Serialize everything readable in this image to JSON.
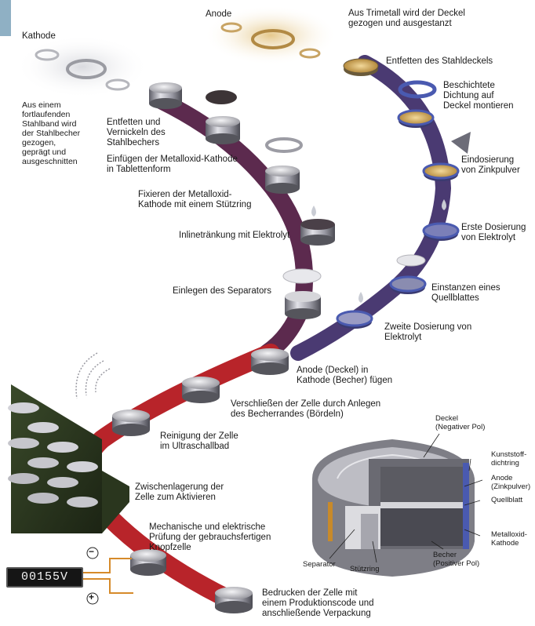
{
  "labels": {
    "kathode": "Kathode",
    "anode": "Anode",
    "stahlband": "Aus einem\nfortlaufenden\nStahlband wird\nder Stahlbecher\ngezogen,\ngeprägt und\nausgeschnitten",
    "trimetall": "Aus Trimetall wird der Deckel\ngezogen und ausgestanzt",
    "entfetten_stahldeckel": "Entfetten des Stahldeckels",
    "dichtung": "Beschichtete\nDichtung auf\nDeckel montieren",
    "zinkpulver": "Eindosierung\nvon Zinkpulver",
    "erste_dosierung": "Erste Dosierung\nvon Elektrolyt",
    "quellblatt": "Einstanzen eines\nQuellblattes",
    "zweite_dosierung": "Zweite Dosierung von\nElektrolyt",
    "entfetten_becher": "Entfetten und\nVernickeln des\nStahlbechers",
    "einfuegen_kathode": "Einfügen der Metalloxid-Kathode\nin Tablettenform",
    "fixieren": "Fixieren der Metalloxid-\nKathode mit einem Stützring",
    "inlinetraenkung": "Inlinetränkung mit Elektrolyt",
    "separator": "Einlegen des Separators",
    "anode_kathode": "Anode (Deckel) in\nKathode (Becher) fügen",
    "verschliessen": "Verschließen der Zelle durch Anlegen\ndes Becherrandes (Bördeln)",
    "reinigung": "Reinigung der Zelle\nim Ultraschallbad",
    "zwischenlagerung": "Zwischenlagerung der\nZelle zum Aktivieren",
    "pruefung": "Mechanische und elektrische\nPrüfung der gebrauchsfertigen\nKnopfzelle",
    "bedrucken": "Bedrucken der Zelle mit\neinem Produktionscode und\nanschließende Verpackung"
  },
  "cutaway": {
    "deckel": "Deckel\n(Negativer Pol)",
    "kunststoff": "Kunststoff-\ndichtring",
    "anode_zink": "Anode\n(Zinkpulver)",
    "quellblatt": "Quellblatt",
    "metalloxid": "Metalloxid-\nKathode",
    "becher": "Becher\n(Positiver Pol)",
    "separator": "Separator",
    "stuetzring": "Stützring"
  },
  "voltmeter": {
    "reading": "00155V",
    "minus": "−",
    "plus": "+"
  }
}
